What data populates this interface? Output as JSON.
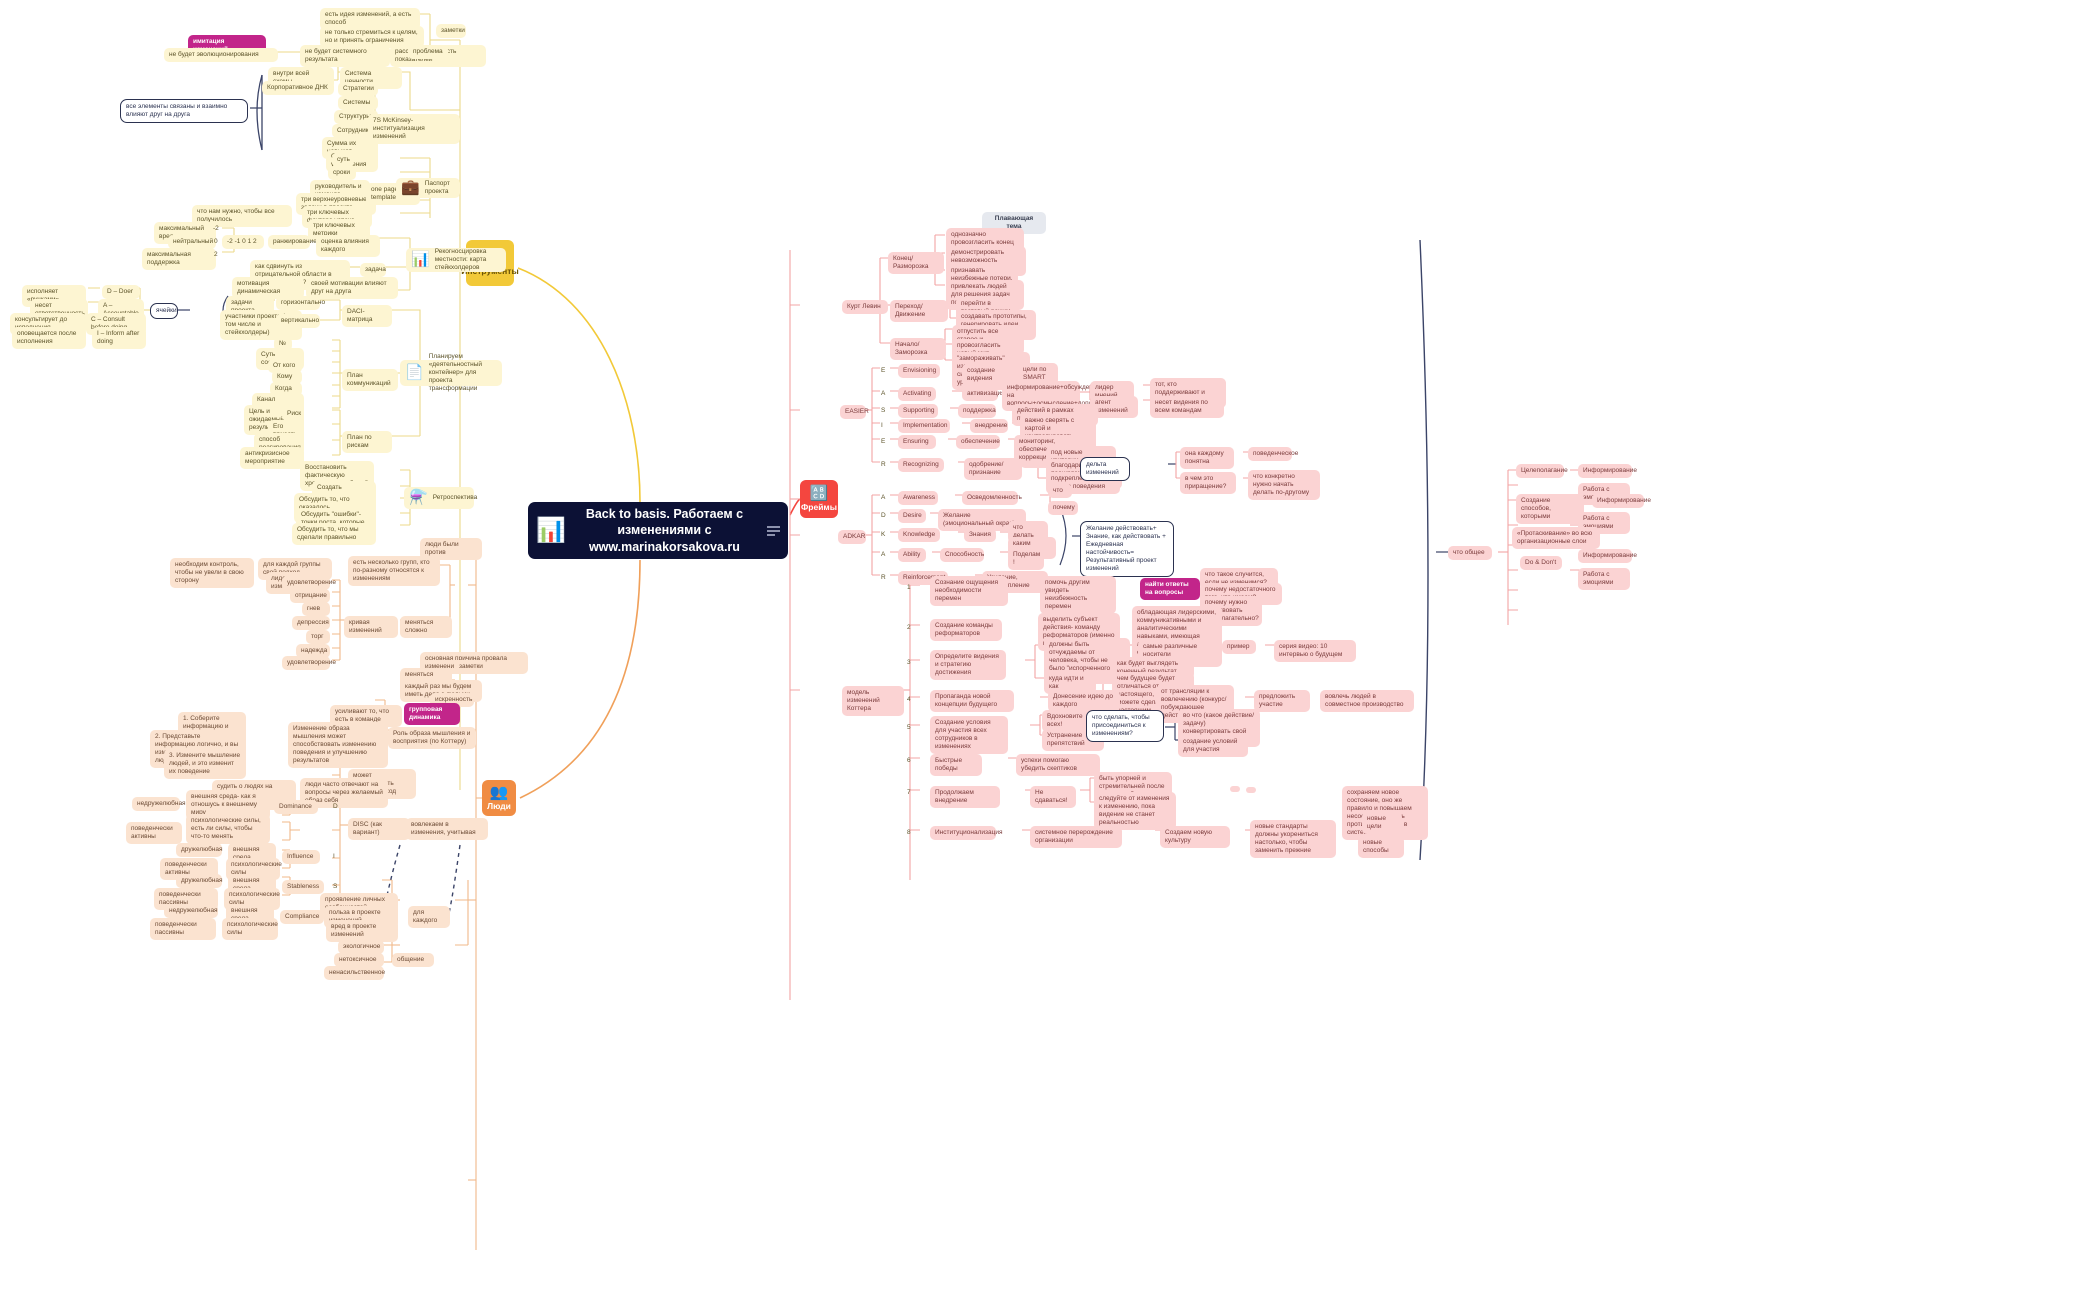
{
  "center": {
    "title": "Back to basis. Работаем с изменениями с www.marinakorsakova.ru",
    "icon": "presentation-chart-icon",
    "menu_icon": "hamburger-menu-icon",
    "bg": "#0c1135"
  },
  "branches": {
    "tools": {
      "label": "Инструменты",
      "icon": "key-icon",
      "color": "#f2c938"
    },
    "people": {
      "label": "Люди",
      "icon": "people-icon",
      "color": "#f08c43"
    },
    "frames": {
      "label": "Фреймы",
      "icon": "abc-icon",
      "color": "#f4463f"
    }
  },
  "tools": {
    "imitation": "имитация изменений",
    "no_evolution": "не будет эволюционирования",
    "no_system_result": "не будет системного результата",
    "mismatch": "рассогласованность показателей",
    "problem": "проблема",
    "idea_and_way": "есть идея изменений, а есть способ",
    "not_only_goals": "не только стремиться к целям, но и принять ограничения",
    "notes1": "заметки",
    "all_linked": "все элементы связаны и взаимно влияют друг на друга",
    "inside_scheme": "внутри всей схемы",
    "corp_dna": "Корпоративное ДНК",
    "value_system": "Система ценности",
    "s_strategy": "Стратегии",
    "s_systems": "Системы",
    "s_structures": "Структуры",
    "s_staff": "Сотрудников",
    "s_skills": "Сумма их навыков",
    "s_style": "Стиль управления",
    "mckinsey": "7S McKinsey- институализация изменений",
    "pp_suть": "суть",
    "pp_sroki": "сроки",
    "pp_lead": "руководитель и команда",
    "pp_tasks": "три верхнеуровневые задачи в проекте",
    "pp_factors": "три ключевых фактора успеха",
    "pp_metrics": "три ключевых метрики",
    "pp_need": "что нам нужно, чтобы все получилось",
    "one_page": "one page template",
    "passport": "Паспорт проекта",
    "passport_icon": "briefcase-icon",
    "max_harm": "максимальный вред",
    "neutral": "нейтральный",
    "max_support": "максимальная поддержка",
    "v_m2": "-2",
    "v_0": "0",
    "v_2": "2",
    "scale": "-2 -1 0 1 2",
    "ranking": "ранжирование",
    "assess_each": "оценка влияния каждого",
    "task_shift": "как сдвинуть из отрицательной области в положительную?",
    "task_label": "задача",
    "motivation_dyn": "мотивация динамическая",
    "motivations_affect": "своей мотивации влияют друг на друга",
    "recon": "Рекогносцировка местности: карта стейкхолдеров",
    "recon_icon": "map-chart-icon",
    "raci_cells": "ячейки",
    "d_doer": "D – Doer",
    "a_acc": "A – Accountable",
    "c_consult": "C – Consult before doing",
    "i_inform": "I – Inform after doing",
    "does_hands": "исполняет «ручками»",
    "bears_resp": "несет ответственность",
    "consults_before": "консультирует до исполнения",
    "informed_after": "оповещается после исполнения",
    "project_tasks": "задачи проекта",
    "horizontally": "горизонтально",
    "participants": "участники проекта (в том числе и стейкхолдеры)",
    "vertically": "вертикально",
    "daci": "DACI-матрица",
    "cp_no": "№",
    "cp_msg": "Суть сообщения",
    "cp_from": "От кого",
    "cp_to": "Кому",
    "cp_when": "Когда",
    "cp_channel": "Канал коммуникации",
    "cp_goal": "Цель и ожидаемый результат",
    "comm_plan": "План коммуникаций",
    "risk": "Риск",
    "risk_weight": "Его тяжесть",
    "risk_react": "способ реагирования",
    "risk_anticrisis": "антикризисное мероприятие",
    "risk_plan": "План по рискам",
    "container": "Планируем «деятельностный контейнер» для проекта трансформации",
    "container_icon": "document-icon",
    "retro_chrono": "Восстановить фактическую хронологию событий",
    "retro_curve": "Создать эмоциональную кривую",
    "retro_unexpected": "Обсудить то, что оказалось неожиданным для нас",
    "retro_errors": "Обсудить \"ошибки\"- точки роста, которые мы совершили",
    "retro_right": "Обсудить то, что мы сделали правильно",
    "retro": "Ретроспектива",
    "retro_icon": "flask-icon"
  },
  "people": {
    "need_control": "необходим контроль, чтобы не увели в свою сторону",
    "own_approach": "для каждой группы свой подход",
    "change_leaders": "лидеры изменений",
    "several_groups": "есть несколько групп, кто по-разному относятся к изменениям",
    "were_against": "люди были против",
    "main_reason": "основная причина провала изменений",
    "c_satisf1": "удовлетворение",
    "c_denial": "отрицание",
    "c_anger": "гнев",
    "c_depr": "депрессия",
    "c_barg": "торг",
    "c_hope": "надежда",
    "c_satisf2": "удовлетворение",
    "change_curve": "кривая изменений",
    "hard_to_change": "меняться сложно",
    "hard_to_change2": "меняться сложно",
    "deal_with_people": "каждый раз мы будем иметь дело с людьми",
    "sincerity": "искренность",
    "amplify": "усиливают то, что есть в команде",
    "group_dynamics": "групповая динамика",
    "notes2": "заметки",
    "k1": "1. Соберите информацию и проанализируйте ее",
    "k2": "2. Представьте информацию логично, и вы измените образ мышления людей",
    "k3": "3. Измените мышление людей, и это изменит их поведение",
    "mindset_change": "Изменение образа мышления может способствовать изменению поведения и улучшению результатов",
    "kotter_role": "Роль образа мышления и восприятия (по Коттеру)",
    "other_approach": "может использовать другой подход",
    "judge_people": "судить о людях на основе внешних сигналов",
    "answer_via": "люди часто отвечают на вопросы через желаемый образ себя",
    "d_unfriendly": "недружелюбная",
    "d_ext_env": "внешняя среда- как я отношусь к внешнему миру",
    "d_active": "поведенчески активны",
    "d_psych": "психологические силы, есть ли силы, чтобы что-то менять",
    "dominance": "Dominance",
    "D": "D",
    "i_friendly": "дружелюбная",
    "i_ext": "внешняя среда",
    "i_active": "поведенчески активны",
    "i_psych": "психологические силы",
    "influence": "Influence",
    "I": "I",
    "s_friendly": "дружелюбная",
    "s_ext": "внешняя среда",
    "s_passive": "поведенчески пассивны",
    "s_psych": "психологические силы",
    "stableness": "Stableness",
    "S": "S",
    "cc_unfriendly": "недружелюбная",
    "cc_ext": "внешняя среда",
    "cc_passive": "поведенчески пассивны",
    "cc_psych": "психологические силы",
    "compliance": "Compliance",
    "C": "C",
    "disc": "DISC  (как вариант)",
    "engage": "вовлекаем в изменения, учитывая",
    "personal_traits": "проявление личных особенностей",
    "benefit": "польза в проекте изменений",
    "harm": "вред в проекте изменений",
    "for_each": "для каждого",
    "eco": "экологичное",
    "nontoxic": "нетоксичное",
    "nonviolent": "ненасильственное",
    "communication": "общение"
  },
  "frames": {
    "floating_theme": "Плавающая тема",
    "lewin": "Курт  Левин",
    "end_unfreeze": "Конец/Разморозка",
    "e1": "однозначно провозгласить конец старого мира",
    "e2": "демонстрировать невозможность работы \"по-старому\"",
    "e3": "признавать неизбежные потери, сложности, гнев и страх",
    "e4": "привлекать людей для решения задач по-новому",
    "transition": "Переход/Движение",
    "t1": "перейти в тестовый режим",
    "t2": "создавать прототипы, генерировать идеи, запускать пилоты",
    "begin_freeze": "Начало/Заморозка",
    "b1": "отпустить все старое и неэффективное",
    "b2": "провозгласить новый мир",
    "b3": "\"замораживать\" изменения в орг системе на всех уровнях",
    "easier": "EASIER",
    "E1": "E",
    "envisioning": "Envisioning",
    "env_ru": "создание видения",
    "smart": "цели по SMART",
    "A1": "A",
    "activating": "Activating",
    "act_ru": "активизация",
    "act_desc": "информирование+обсуждение+ответы на вопросы+осмысление+дополнение",
    "opinion_leader": "лидер мнений",
    "ol_desc": "тот, кто поддерживают и знает об изменениях",
    "change_agent": "агент изменений",
    "ca_desc": "несет видения по всем командам",
    "S1": "S",
    "supporting": "Supporting",
    "sup_ru": "поддержка",
    "sup_desc": "действий в рамках проекта изменений",
    "I1": "I",
    "implementation": "Implementation",
    "imp_ru": "внедрение",
    "imp_desc": "важно сверять с картой и контролировать, насколько результаты соответствуют",
    "E2": "E",
    "ensuring": "Ensuring",
    "ens_ru": "обеспечение",
    "ens_desc": "мониторинг, обеспечения, коррекция",
    "R1": "R",
    "recognizing": "Recognizing",
    "rec_ru": "одобрение/признание",
    "rec1": "под новые критерии поведения",
    "rec2": "благодарим, поощряем и продвигаем",
    "rec3": "подкрепление нового поведения",
    "delta": "дельта изменений",
    "delta1": "она каждому понятна",
    "delta2": "в чем это приращение?",
    "delta3": "поведенческое",
    "delta4": "что конкретно нужно начать делать по-другому",
    "adkar": "ADKAR",
    "ad_A1": "A",
    "awareness": "Awareness",
    "aware_ru": "Осведомленность",
    "what": "что",
    "why": "почему",
    "ad_D": "D",
    "desire": "Desire",
    "desire_ru": "Желание (эмоциональный окрас)",
    "ad_K": "K",
    "knowledge": "Knowledge",
    "know_ru": "Знания",
    "what_to_do": "что делать",
    "how": "каким образом",
    "ad_A2": "A",
    "ability": "Ability",
    "ability_ru": "Способность",
    "podeli": "Поделам !",
    "ad_R": "R",
    "reinforcement": "Reinforcement",
    "reinf_ru": "Усиление, подкрепление",
    "adkar_sum": "Желание действовать+ Знание, как действовать + Ежедневная настойчивость= Результативный проект изменений",
    "kotter_model": "модель изменений Коттера",
    "k_1": "1",
    "k_1t": "Сознание ощущения необходимости перемен",
    "k_1d": "помочь другим увидеть неизбежность перемен",
    "k_find": "найти ответы на вопросы",
    "k_q1": "что такое случится, если не изменимся?",
    "k_q2": "почему недостаточного того, что имеем?",
    "k_q3": "почему нужно действовать безотлагательно?",
    "k_2": "2",
    "k_2t": "Создание команды реформаторов",
    "k_2d": "выделить субъект действия- команду реформаторов (именно команду)",
    "k_2e": "обладающая лидерскими, коммуникативными и аналитическими навыками, имеющая авторитет, доверие и ощущение «крайней необходимости»",
    "k_3": "3",
    "k_3t": "Определите видения и стратегию достижения",
    "k_3d": "должны быть отчуждаемы от человека, чтобы не было \"испорченного телефона\"",
    "k_3e": "самые различные носители",
    "k_3f": "пример",
    "k_3g": "серия видео: 10 интервью о будущем",
    "k_3h": "куда идти и как",
    "k_3i": "как будет выглядеть конечный результат",
    "k_3j": "чем будущее будет отличаться от настоящего, и как можете сделать его настоящим",
    "k_4": "4",
    "k_4t": "Пропаганда новой концепции будущего",
    "k_4d": "Донесение идею до каждого",
    "k_4e": "от трансляции к вовлечению (конкурс/ побуждающее действие)",
    "k_4f": "предложить участие",
    "k_4g": "вовлечь людей в совместное производство",
    "k_5": "5",
    "k_5t": "Создание условия для участия всех сотрудников в изменениях",
    "k_5d": "Вдохновите всех!",
    "k_5e": "Устранение препятствий",
    "k_5f": "что сделать, чтобы присоединиться к изменениям?",
    "k_5g": "во что (какое действие/задачу) конвертировать свой импульс?",
    "k_5h": "создание условий для участия",
    "k_6": "6",
    "k_6t": "Быстрые победы",
    "k_6d": "успехи помогаю убедить скептиков",
    "k_7": "7",
    "k_7t": "Продолжаем внедрение",
    "k_7d": "Не сдаваться!",
    "k_7e": "быть упорней и стремительней после первых побед",
    "k_7f": "следуйте от изменения к изменению, пока видение не станет реальностью",
    "k_8": "8",
    "k_8t": "Институционализация",
    "k_8d": "системное перерождение организации",
    "k_8e": "Создаем новую культуру",
    "k_8f": "новые стандарты должны укорениться настолько, чтобы заменить прежние",
    "k_8g": "сохраняем новое состояние, оно же правило и повышаем несостоятельность противоречивости в системе",
    "k_8h": "новые цели",
    "k_8i": "новые способы",
    "common": "что общее",
    "c1": "Целеполагание",
    "c2": "Информирование",
    "c3": "Работа с эмоциями",
    "c4": "Информирование",
    "c5": "Создание способов, которыми",
    "c6": "Работа с эмоциями",
    "c7": "«Протаскивание» во всю организационные слои",
    "c8": "Do & Don't",
    "c9": "Информирование",
    "c10": "Работа с эмоциями"
  }
}
